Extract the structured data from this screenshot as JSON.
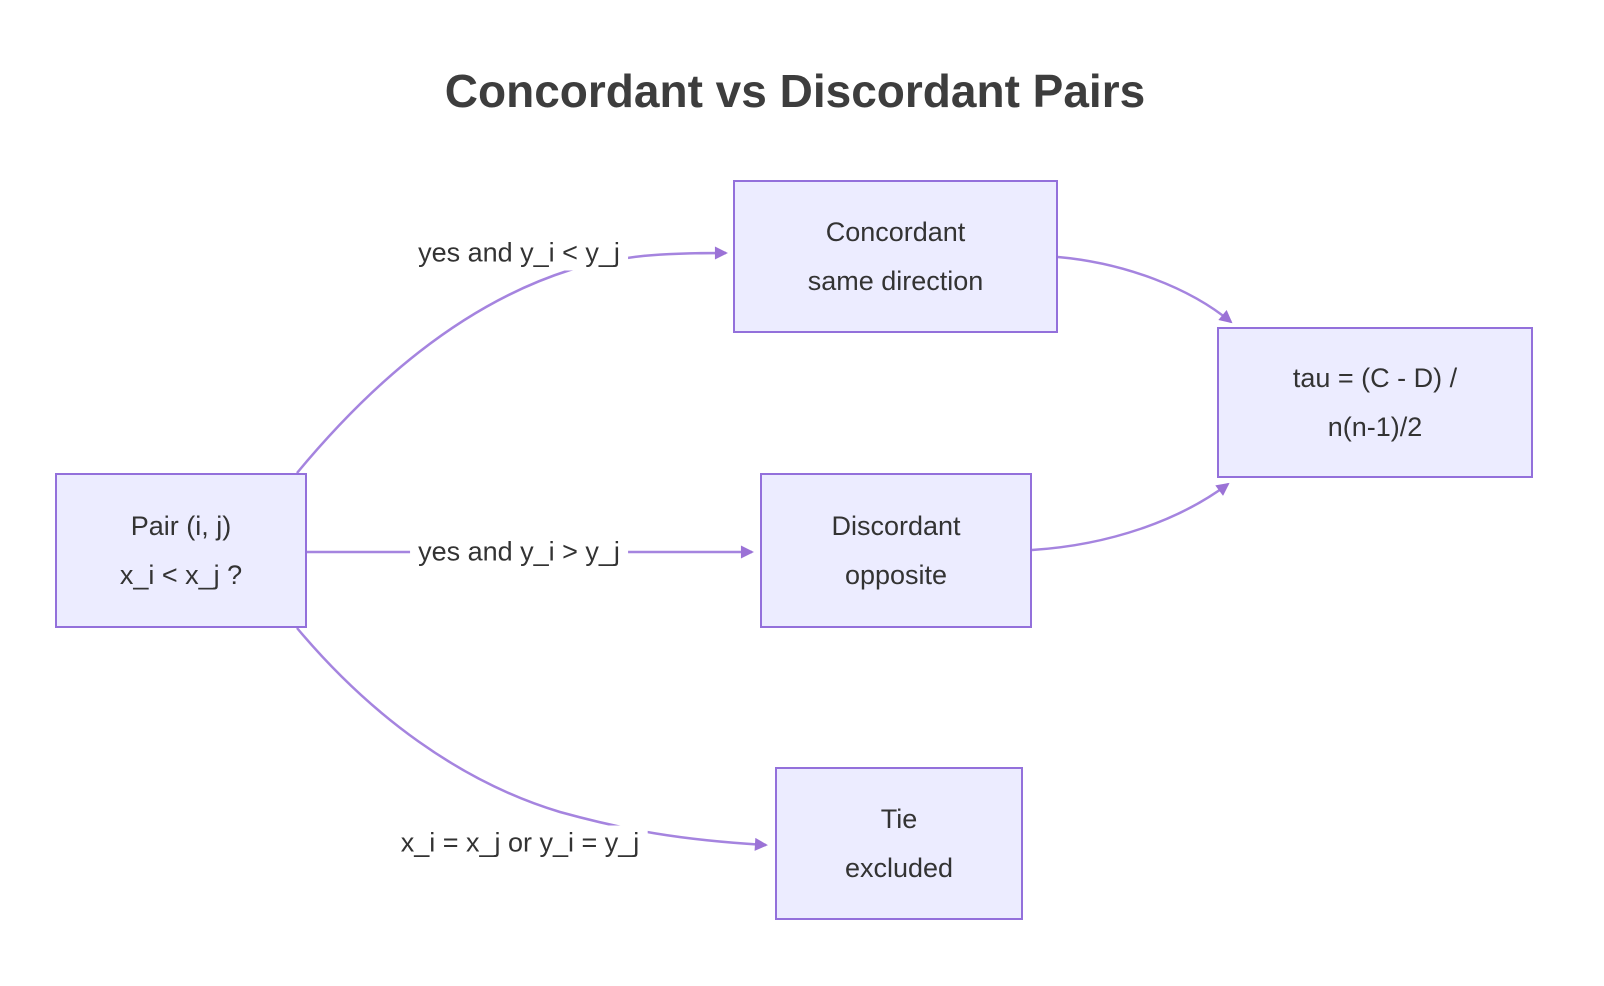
{
  "title": "Concordant vs Discordant Pairs",
  "diagram": {
    "type": "flowchart",
    "nodes": {
      "pair": {
        "line1": "Pair (i, j)",
        "line2": "x_i < x_j ?"
      },
      "concordant": {
        "line1": "Concordant",
        "line2": "same direction"
      },
      "discordant": {
        "line1": "Discordant",
        "line2": "opposite"
      },
      "tie": {
        "line1": "Tie",
        "line2": "excluded"
      },
      "tau": {
        "line1": "tau = (C - D) /",
        "line2": "n(n-1)/2"
      }
    },
    "edges": [
      {
        "from": "pair",
        "to": "concordant",
        "label": "yes and y_i < y_j"
      },
      {
        "from": "pair",
        "to": "discordant",
        "label": "yes and y_i > y_j"
      },
      {
        "from": "pair",
        "to": "tie",
        "label": "x_i = x_j or y_i = y_j"
      },
      {
        "from": "concordant",
        "to": "tau",
        "label": ""
      },
      {
        "from": "discordant",
        "to": "tau",
        "label": ""
      }
    ],
    "colors": {
      "node_fill": "#ececff",
      "node_border": "#9370db",
      "edge_stroke": "#a584df",
      "arrow_fill": "#9b72d6",
      "text": "#333333"
    }
  }
}
